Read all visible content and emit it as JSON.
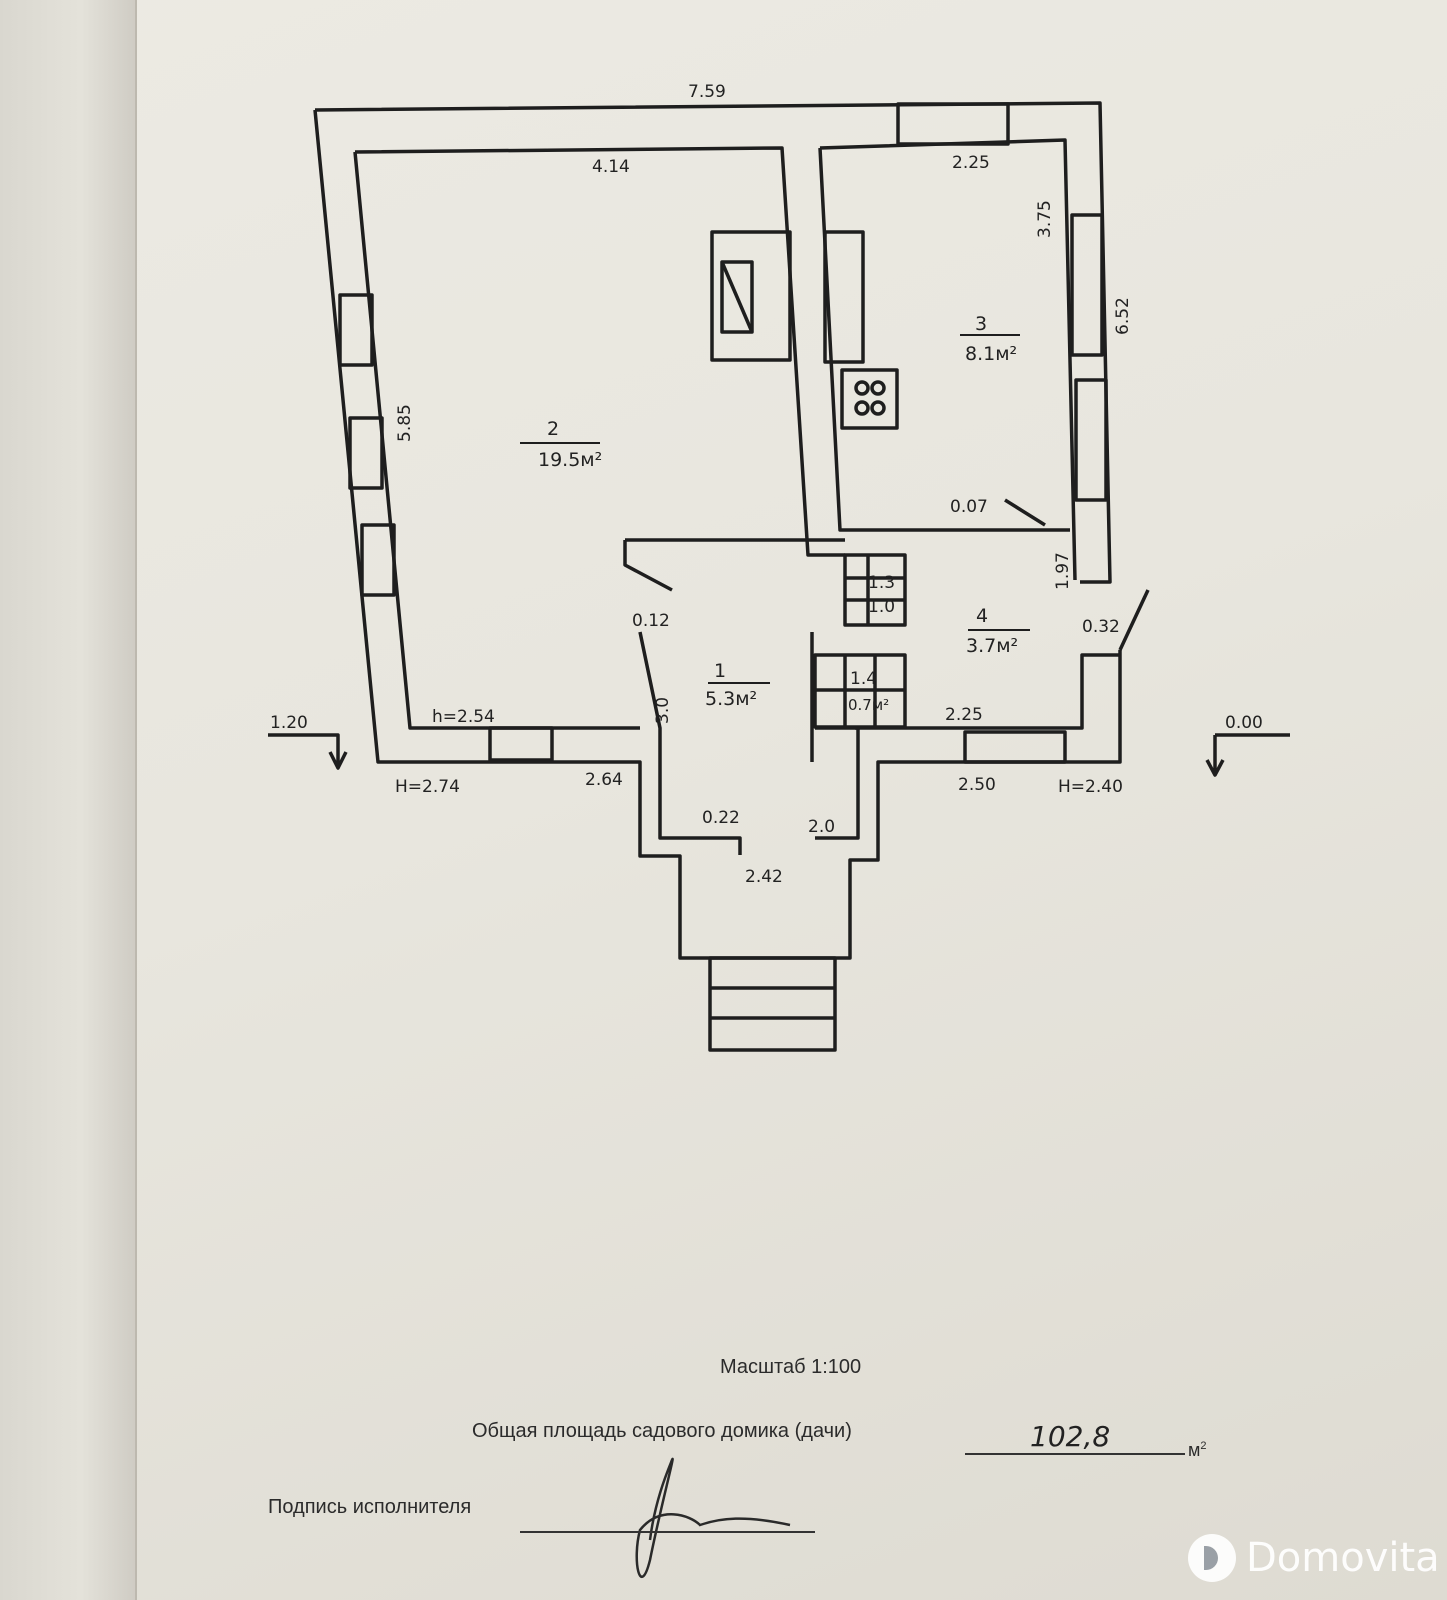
{
  "plan": {
    "dims": {
      "top_total": "7.59",
      "room2_width": "4.14",
      "room3_width": "2.25",
      "room3_win": "3.75",
      "right_total": "6.52",
      "left_height": "5.85",
      "room3_door": "0.07",
      "right_lower": "1.97",
      "stair_13_a": "1.3",
      "stair_13_b": "1.0",
      "door_032": "0.32",
      "door_012": "0.12",
      "hall_depth": "3.0",
      "stair_14": "1.4",
      "room4_width": "2.25",
      "room2_h": "h=2.54",
      "left_level": "1.20",
      "right_level": "0.00",
      "left_H": "H=2.74",
      "bottom_left": "2.64",
      "bottom_right": "2.50",
      "right_H": "H=2.40",
      "door_022": "0.22",
      "door_20": "2.0",
      "porch": "2.42"
    },
    "rooms": {
      "r1_num": "1",
      "r1_area": "5.3м²",
      "r2_num": "2",
      "r2_area": "19.5м²",
      "r3_num": "3",
      "r3_area": "8.1м²",
      "r4_num": "4",
      "r4_area": "3.7м²",
      "r14_area": "0.7м²"
    }
  },
  "footer": {
    "scale": "Масштаб 1:100",
    "area_label": "Общая площадь садового домика (дачи)",
    "area_value": "102,8",
    "area_unit": "м",
    "area_unit_sup": "2",
    "signature_label": "Подпись исполнителя"
  },
  "watermark": {
    "text": "Domovita"
  }
}
